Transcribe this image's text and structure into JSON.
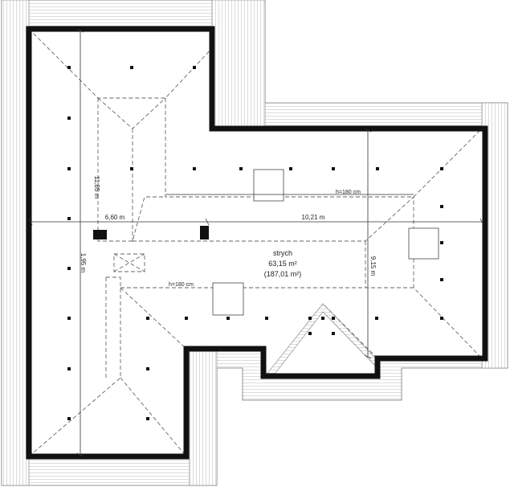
{
  "plan": {
    "room_name": "strych",
    "area_main": "63,15 m²",
    "area_sub": "(187,01 m²)",
    "height_label_upper": "h=180 cm",
    "height_label_lower": "h=180 cm",
    "dim_left_width": "6,60 m",
    "dim_right_width": "10,21 m",
    "dim_left_depth_upper": "11,85 m",
    "dim_left_depth_lower": "1,95 m",
    "dim_right_depth": "9,15 m",
    "colors": {
      "wall": "#111111",
      "eaves": "#888888",
      "ridge": "#666666"
    }
  }
}
